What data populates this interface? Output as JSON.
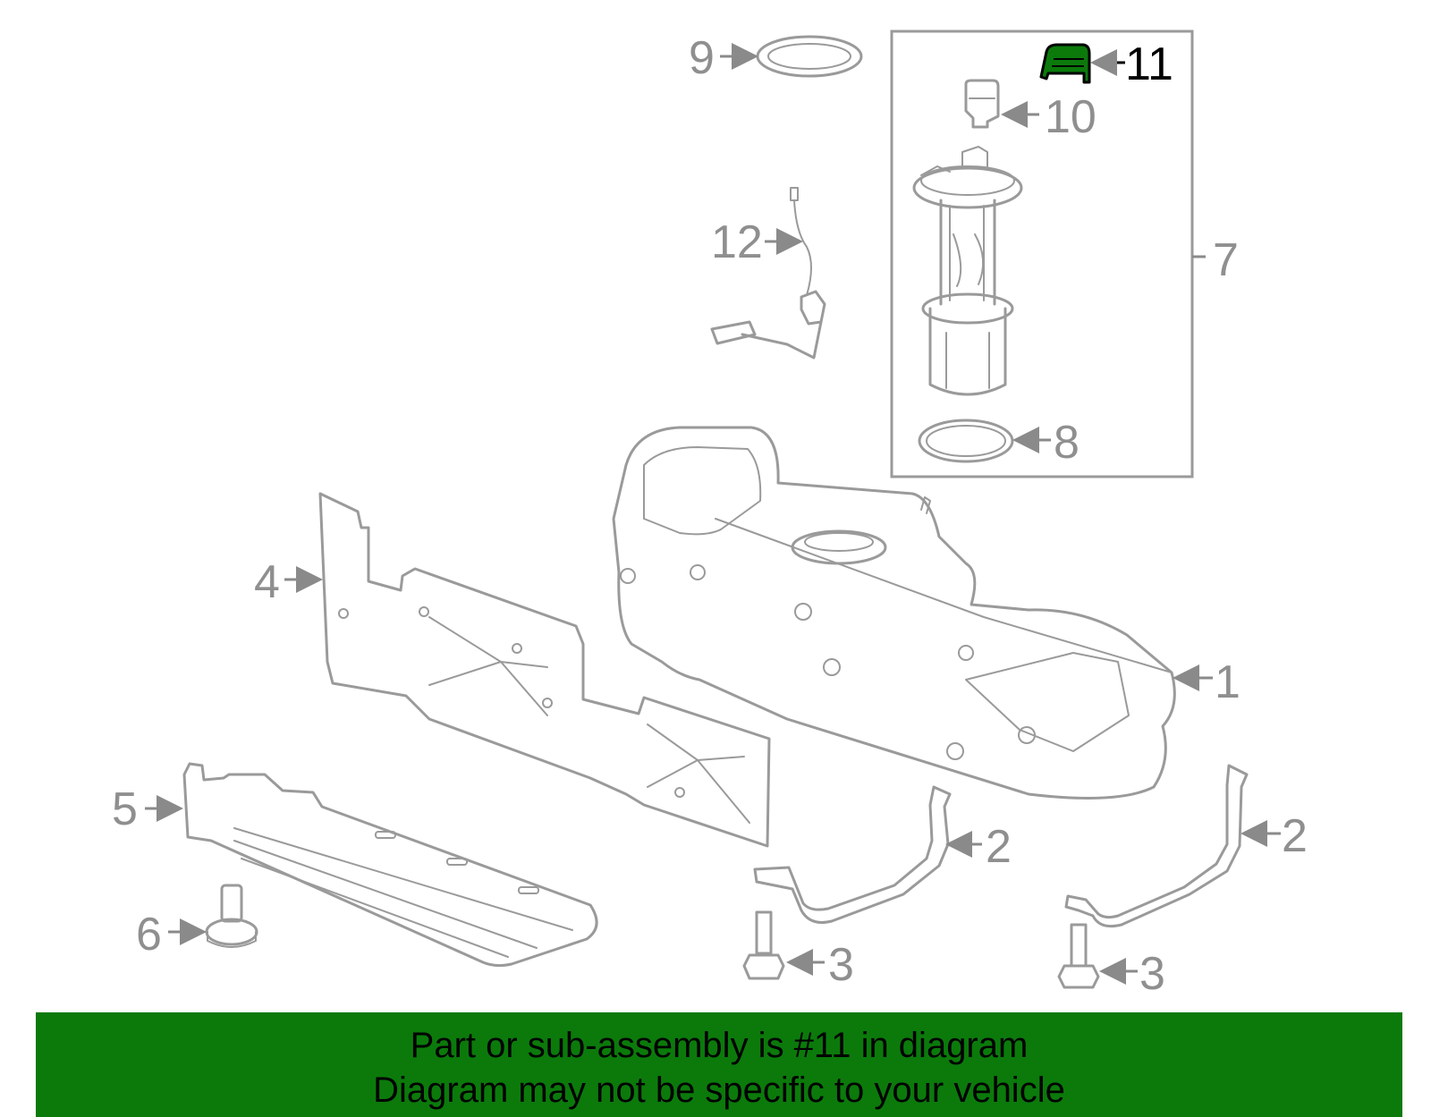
{
  "diagram": {
    "callouts": {
      "c1": "1",
      "c2a": "2",
      "c2b": "2",
      "c3a": "3",
      "c3b": "3",
      "c4": "4",
      "c5": "5",
      "c6": "6",
      "c7": "7",
      "c8": "8",
      "c9": "9",
      "c10": "10",
      "c11": "11",
      "c12": "12"
    },
    "highlighted_part": "11",
    "colors": {
      "highlight": "#0b7a0b",
      "line_art": "#9a9a9a",
      "banner_background": "#0b7a0b"
    }
  },
  "banner": {
    "line1": "Part or sub-assembly is #11 in diagram",
    "line2": "Diagram may not be specific to your vehicle"
  }
}
